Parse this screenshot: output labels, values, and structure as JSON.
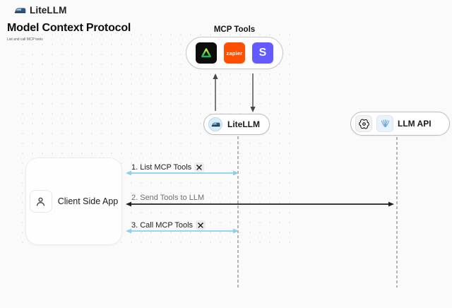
{
  "header": {
    "brand": "LiteLLM",
    "title": "Model Context Protocol",
    "subtitle": "List and call MCP tools"
  },
  "mcp_tools": {
    "label": "MCP Tools",
    "tools": [
      {
        "name": "green-triangle-tool",
        "text": ""
      },
      {
        "name": "zapier",
        "text": "zapier",
        "color": "#ff4f00"
      },
      {
        "name": "stripe",
        "text": "S",
        "color": "#635bff"
      }
    ]
  },
  "nodes": {
    "litellm": {
      "label": "LiteLLM"
    },
    "llm_api": {
      "label": "LLM API",
      "icons": [
        "openai-icon",
        "blue-feather-icon"
      ]
    },
    "client": {
      "label": "Client Side App"
    }
  },
  "sequence": {
    "arrows": [
      {
        "label": "1. List MCP Tools",
        "tool_icon": true,
        "color": "#8ccfee",
        "from": "Client Side App",
        "to": "LiteLLM"
      },
      {
        "label": "2. Send Tools to LLM",
        "tool_icon": false,
        "color": "#1f1f1f",
        "from": "Client Side App",
        "to": "LLM API"
      },
      {
        "label": "3. Call MCP Tools",
        "tool_icon": true,
        "color": "#8ccfee",
        "from": "Client Side App",
        "to": "LiteLLM"
      }
    ]
  },
  "colors": {
    "background": "#fafafa",
    "cyan_arrow": "#8ccfee",
    "dark_arrow": "#1f1f1f",
    "lifeline": "#9b9b9b",
    "zapier_orange": "#ff4f00",
    "stripe_purple": "#635bff"
  }
}
